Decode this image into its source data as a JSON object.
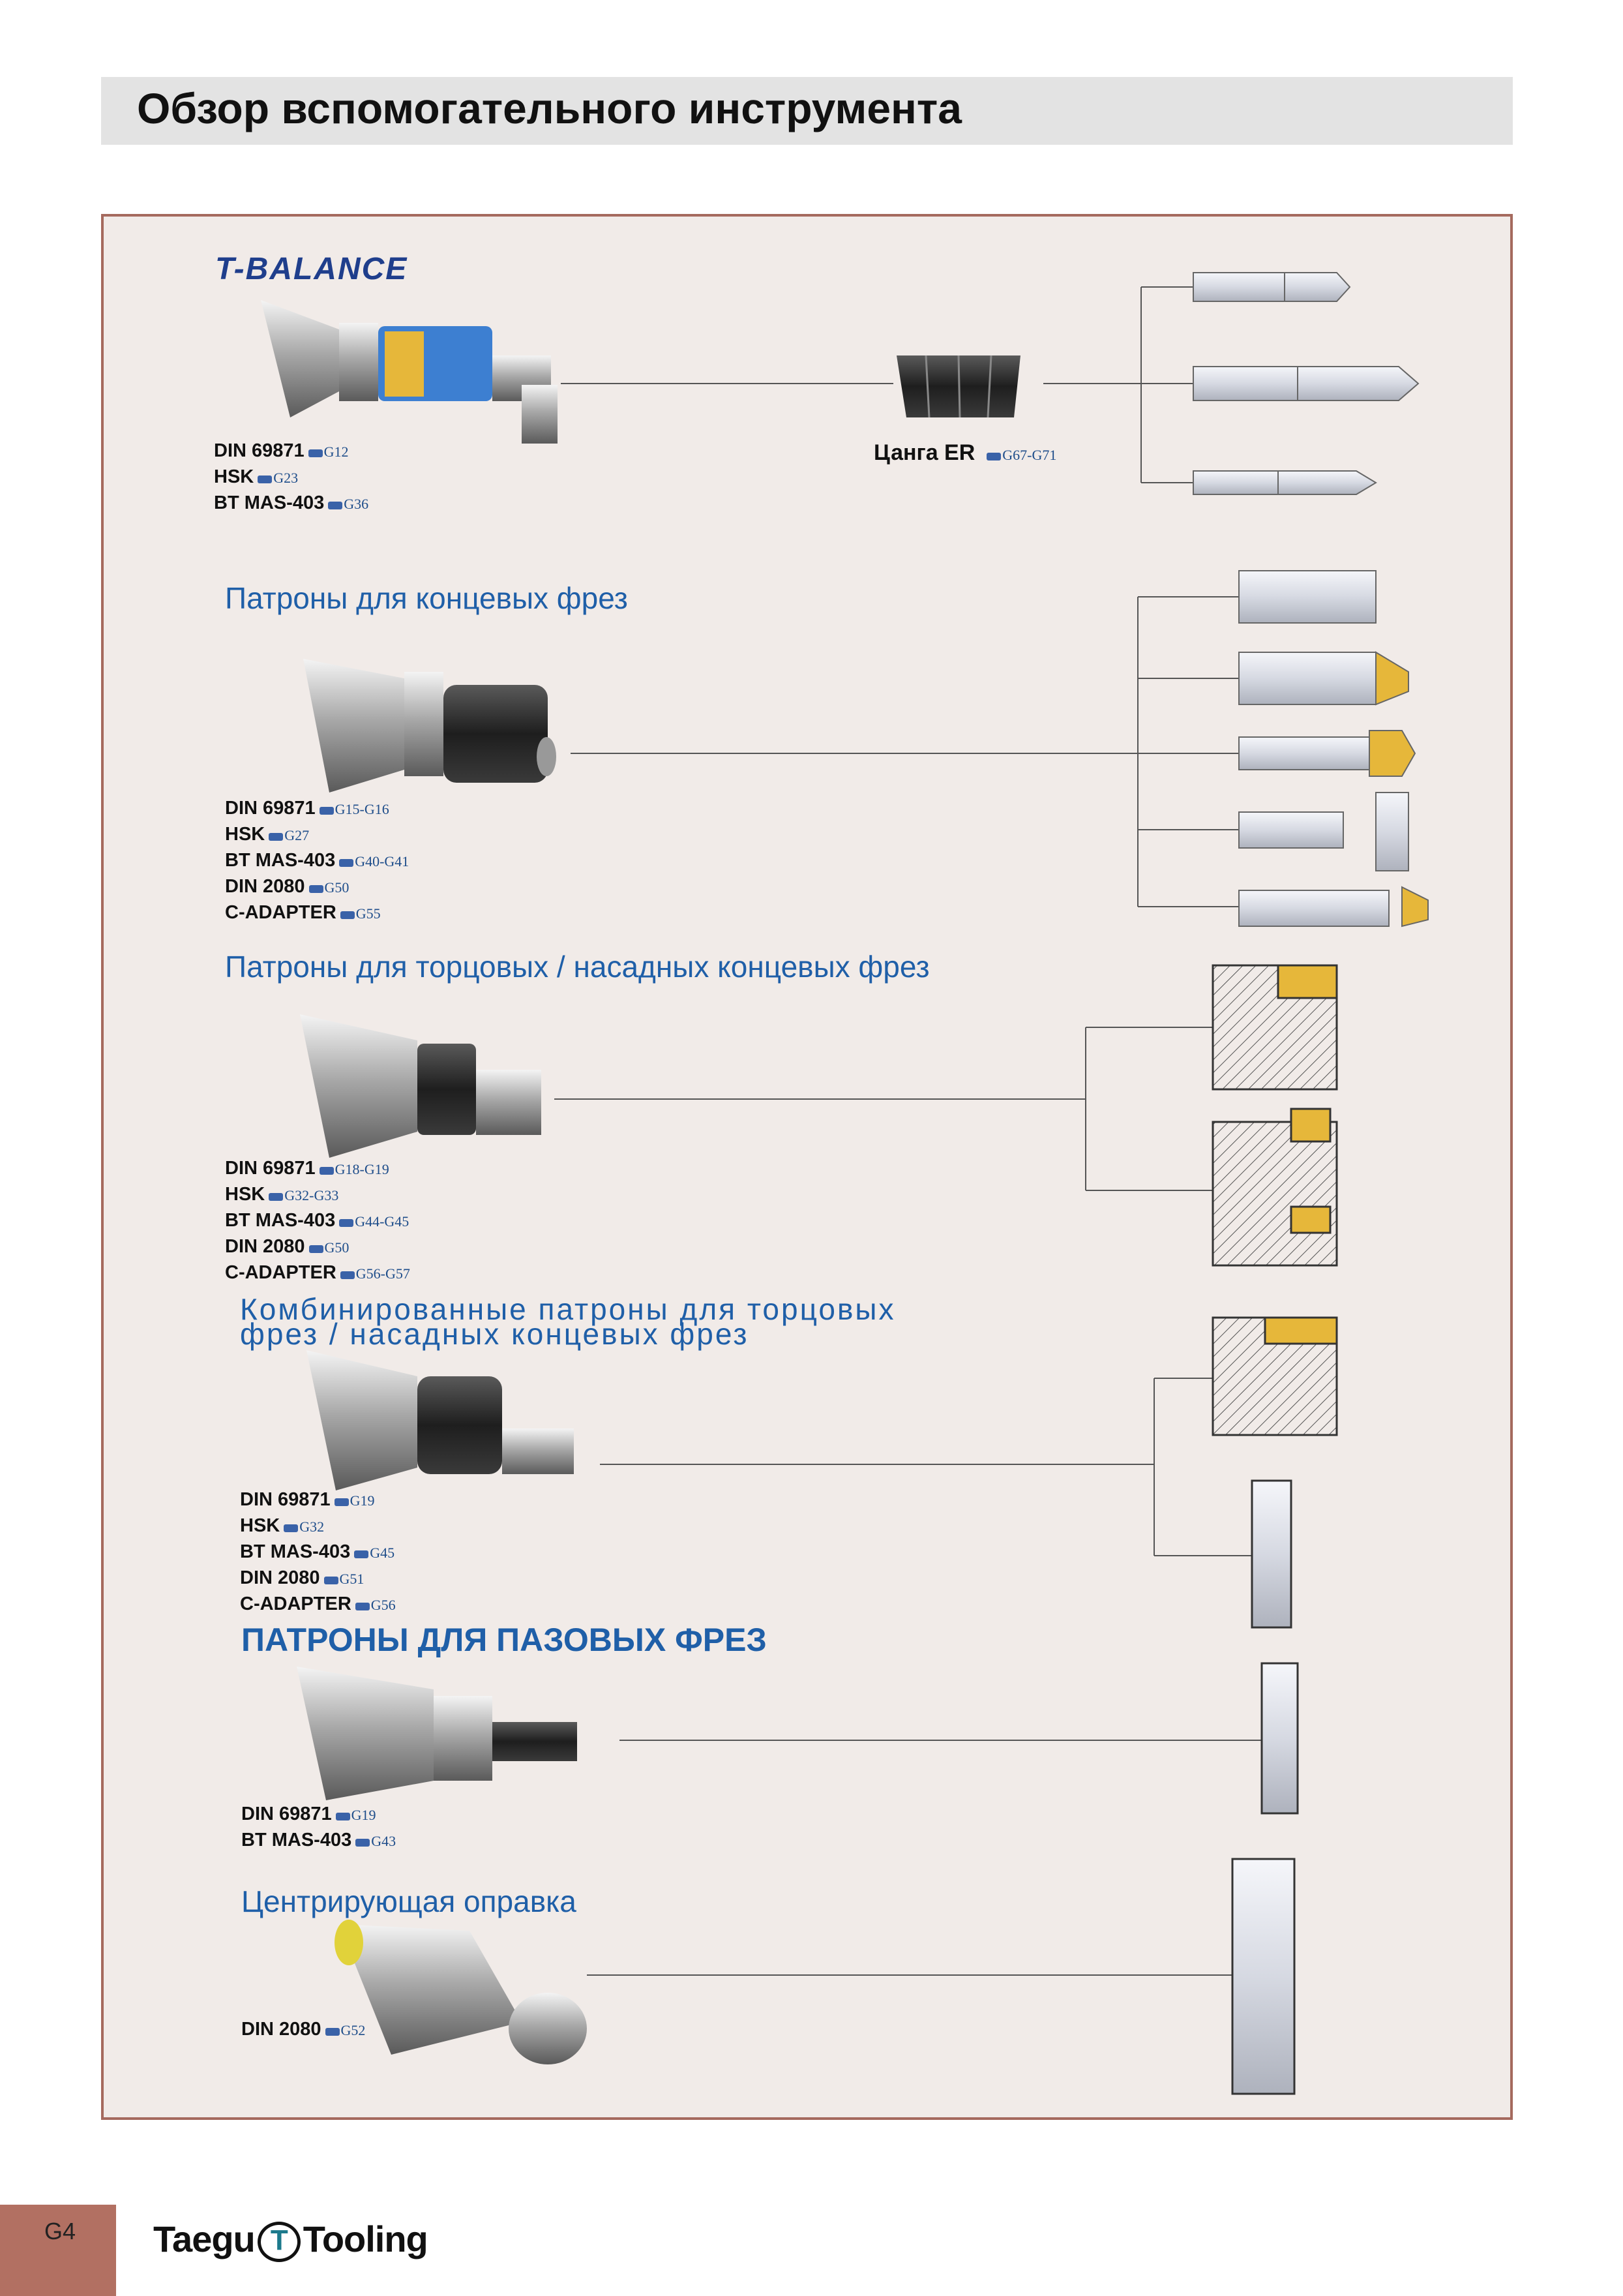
{
  "page": {
    "title": "Обзор вспомогательного инструмента",
    "page_number": "G4",
    "logo_left": "Taegu",
    "logo_mark": "T",
    "logo_right": "Tooling"
  },
  "brand": "T-BALANCE",
  "collet": {
    "label": "Цанга ER",
    "ref": "G67-G71"
  },
  "sections": [
    {
      "heading": "",
      "standards": [
        {
          "name": "DIN 69871",
          "ref": "G12"
        },
        {
          "name": "HSK",
          "ref": "G23"
        },
        {
          "name": "BT MAS-403",
          "ref": "G36"
        }
      ]
    },
    {
      "heading": "Патроны для концевых фрез",
      "standards": [
        {
          "name": "DIN 69871",
          "ref": "G15-G16"
        },
        {
          "name": "HSK",
          "ref": "G27"
        },
        {
          "name": "BT MAS-403",
          "ref": "G40-G41"
        },
        {
          "name": "DIN 2080",
          "ref": "G50"
        },
        {
          "name": "C-ADAPTER",
          "ref": "G55"
        }
      ]
    },
    {
      "heading": "Патроны для торцовых / насадных концевых фрез",
      "standards": [
        {
          "name": "DIN 69871",
          "ref": "G18-G19"
        },
        {
          "name": "HSK",
          "ref": "G32-G33"
        },
        {
          "name": "BT MAS-403",
          "ref": "G44-G45"
        },
        {
          "name": "DIN 2080",
          "ref": "G50"
        },
        {
          "name": "C-ADAPTER",
          "ref": "G56-G57"
        }
      ]
    },
    {
      "heading_line1": "Комбинированные патроны для торцовых",
      "heading_line2": "фрез / насадных концевых фрез",
      "standards": [
        {
          "name": "DIN 69871",
          "ref": "G19"
        },
        {
          "name": "HSK",
          "ref": "G32"
        },
        {
          "name": "BT MAS-403",
          "ref": "G45"
        },
        {
          "name": "DIN 2080",
          "ref": "G51"
        },
        {
          "name": "C-ADAPTER",
          "ref": "G56"
        }
      ]
    },
    {
      "heading": "ПАТРОНЫ ДЛЯ ПАЗОВЫХ ФРЕЗ",
      "standards": [
        {
          "name": "DIN 69871",
          "ref": "G19"
        },
        {
          "name": "BT MAS-403",
          "ref": "G43"
        }
      ]
    },
    {
      "heading": "Центрирующая оправка",
      "standards": [
        {
          "name": "DIN 2080",
          "ref": "G52"
        }
      ]
    }
  ],
  "colors": {
    "heading_blue": "#1f5fa8",
    "panel_bg": "#f1ebe8",
    "panel_border": "#a56a5e",
    "footer_tab": "#b27062",
    "brand_blue": "#1f3e8c"
  }
}
